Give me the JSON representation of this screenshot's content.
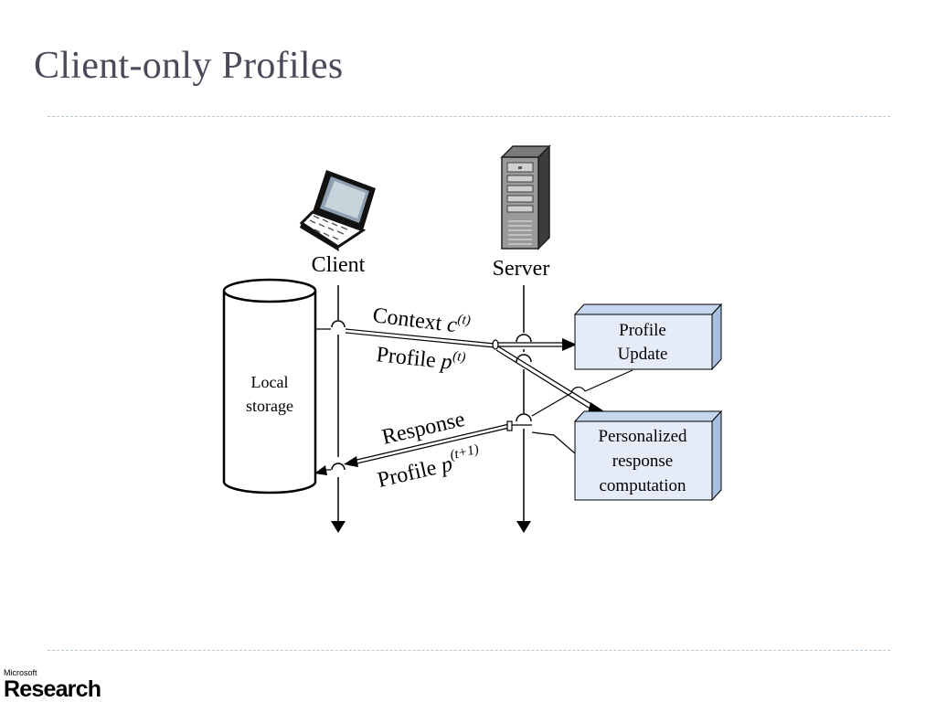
{
  "slide": {
    "title": "Client-only Profiles"
  },
  "diagram": {
    "client_label": "Client",
    "server_label": "Server",
    "storage_label_line1": "Local",
    "storage_label_line2": "storage",
    "profile_update_line1": "Profile",
    "profile_update_line2": "Update",
    "personalized_line1": "Personalized",
    "personalized_line2": "response",
    "personalized_line3": "computation",
    "msg_context": "Context",
    "msg_context_var": "c",
    "msg_context_sup": "(t)",
    "msg_profile_in": "Profile",
    "msg_profile_in_var": "p",
    "msg_profile_in_sup": "(t)",
    "msg_response": "Response",
    "msg_profile_out": "Profile",
    "msg_profile_out_var": "p",
    "msg_profile_out_sup": "(t+1)"
  },
  "logo": {
    "company": "Microsoft",
    "division": "Research"
  },
  "colors": {
    "title": "#4a4a5a",
    "box_fill": "#e6ecf7",
    "box_side": "#a9bfe0",
    "rule": "#b6c8d6"
  }
}
